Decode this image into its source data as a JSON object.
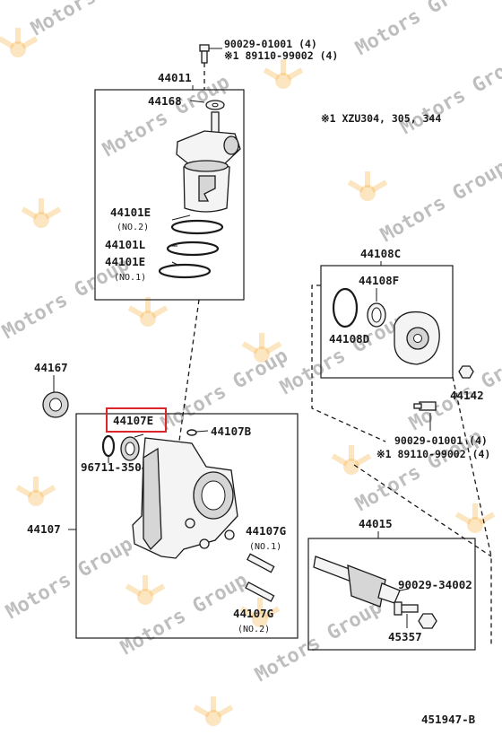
{
  "top_bolt": {
    "part_a": "90029-01001 (4)",
    "part_b": "※1 89110-99002 (4)"
  },
  "model_note": "※1 XZU304, 305, 344",
  "upper_group": {
    "assembly": "44011",
    "items": [
      {
        "part": "44168",
        "sub": ""
      },
      {
        "part": "44101E",
        "sub": "(NO.2)"
      },
      {
        "part": "44101L",
        "sub": ""
      },
      {
        "part": "44101E",
        "sub": "(NO.1)"
      }
    ]
  },
  "pump_group": {
    "assembly": "44108C",
    "items": [
      {
        "part": "44108F"
      },
      {
        "part": "44108D"
      }
    ]
  },
  "nut": "44142",
  "pump_bolt": {
    "part_a": "90029-01001 (4)",
    "part_b": "※1 89110-99002 (4)"
  },
  "seal": "44167",
  "housing_group": {
    "assembly": "44107",
    "highlight": "44107E",
    "items": [
      {
        "part": "44107B",
        "sub": ""
      },
      {
        "part": "96711-35042",
        "sub": ""
      },
      {
        "part": "44107G",
        "sub": "(NO.1)"
      },
      {
        "part": "44107G",
        "sub": "(NO.2)"
      }
    ]
  },
  "shaft_group": {
    "assembly": "44015",
    "items": [
      {
        "part": "90029-34002"
      },
      {
        "part": "45357"
      }
    ]
  },
  "diagram_id": "451947-B",
  "watermark": "Motors Group",
  "colors": {
    "highlight": "#d8262b",
    "watermark": "#f5a623",
    "ink": "#1a1a1a"
  }
}
